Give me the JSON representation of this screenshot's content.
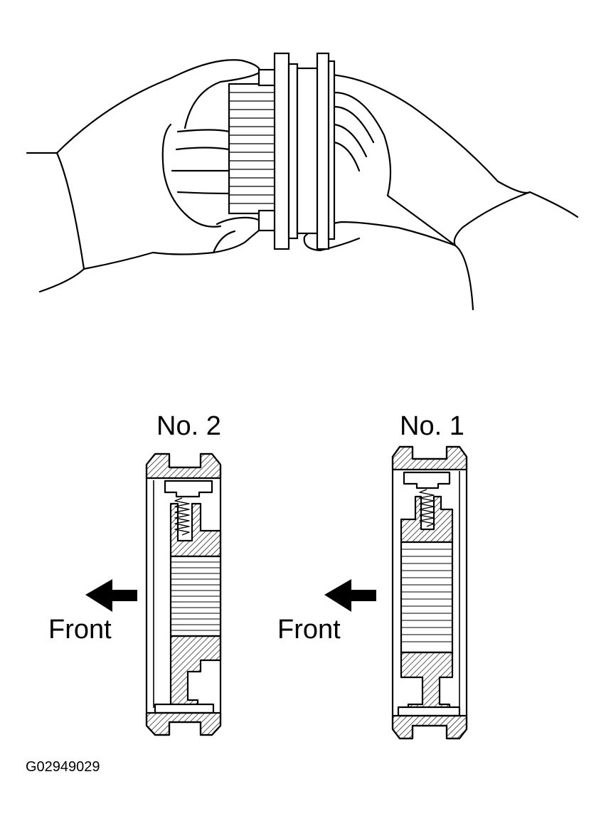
{
  "labels": {
    "gear_left": "No. 2",
    "gear_right": "No. 1",
    "front_left": "Front",
    "front_right": "Front",
    "figure_code": "G02949029"
  },
  "icons": {
    "hands": "hands-holding-gear-icon",
    "arrow": "arrow-left-icon"
  },
  "colors": {
    "ink": "#000000",
    "paper": "#ffffff"
  }
}
